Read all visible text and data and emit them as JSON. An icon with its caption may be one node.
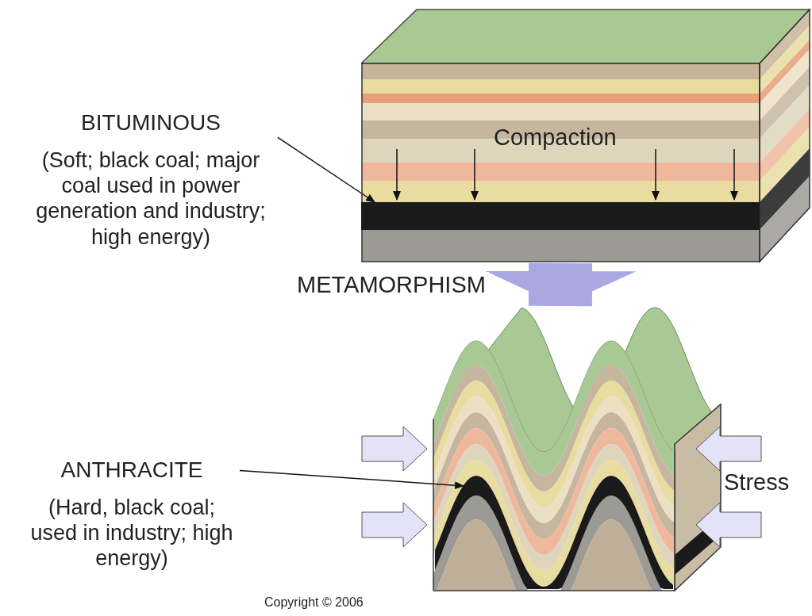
{
  "diagram": {
    "nodes": [
      {
        "text": [
          "BITUMINOUS",
          "(Soft; black coal; major coal used in power generation and industry; high energy)"
        ]
      },
      {
        "text": [],
        "shape": "picture"
      },
      {
        "text": [],
        "shape": "bar",
        "in": 1
      },
      {
        "text": [
          "ANTHRACITE",
          "(Hard, black coal; used in industry; high energy)"
        ]
      },
      {
        "text": [],
        "shape": "picture"
      },
      {
        "text": [],
        "shape": "bar"
      }
    ],
    "edges": [
      {
        "from": 0,
        "to": 2,
        "arrow": "to"
      },
      {
        "from": 1,
        "to": 4,
        "arrow": "to",
        "label": "METAMORPHISM",
        "style": "thick",
        "color": "#aaa8e0"
      },
      {
        "from": 3,
        "to": 5,
        "arrow": "to"
      }
    ],
    "labels": [
      "Compaction",
      "Stress",
      "Copyright © 2006"
    ]
  }
}
